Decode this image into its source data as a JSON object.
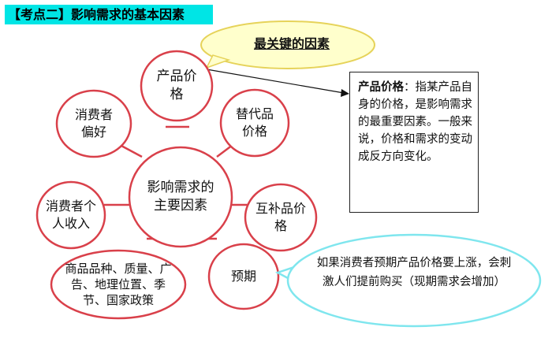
{
  "header": {
    "title": "【考点二】影响需求的基本因素"
  },
  "callout": {
    "text": "最关键的因素"
  },
  "center": {
    "label": "影响需求的主要因素"
  },
  "factors": {
    "price": "产品价格",
    "substitute": "替代品价格",
    "preference": "消费者偏好",
    "income": "消费者个人收入",
    "complement": "互补品价格",
    "goods": "商品品种、质量、广告、地理位置、季节、国家政策",
    "expectation": "预期"
  },
  "definition": {
    "term": "产品价格",
    "text": "：指某产品自身的价格，是影响需求的最重要因素。一般来说，价格和需求的变动成反方向变化。"
  },
  "expectation_note": {
    "text": "如果消费者预期产品价格要上涨，会刺激人们提前购买（现期需求会增加）"
  },
  "colors": {
    "header_bg": "#00e5e5",
    "oval_border": "#d9404a",
    "callout_bg": "#ffffcc",
    "callout_border": "#e6d35a",
    "bubble_border": "#7fe6ee"
  }
}
